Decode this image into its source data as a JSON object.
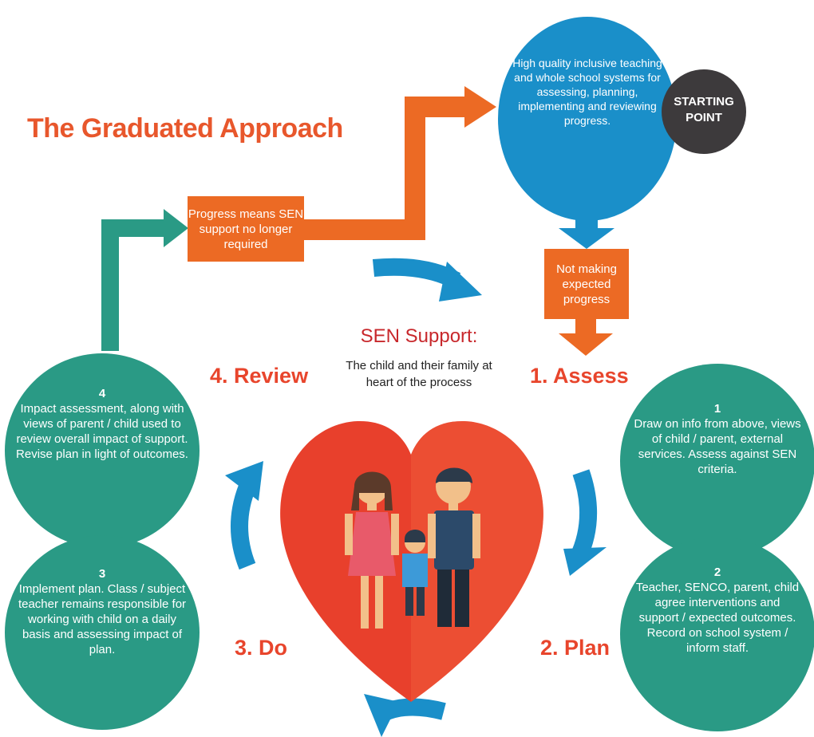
{
  "title": "The Graduated Approach",
  "starting_point": {
    "label": "STARTING POINT",
    "description": "High quality inclusive teaching and whole school systems for assessing, planning, implementing and reviewing progress."
  },
  "not_making_progress": "Not making expected progress",
  "progress_box": "Progress means SEN support no longer required",
  "center": {
    "heading": "SEN Support:",
    "subtext": "The child and their family at heart of the process"
  },
  "stages": {
    "assess": "1. Assess",
    "plan": "2. Plan",
    "do": "3. Do",
    "review": "4. Review"
  },
  "circles": {
    "c1": {
      "number": "1",
      "text": "Draw on info from above, views of child / parent, external services. Assess against SEN criteria."
    },
    "c2": {
      "number": "2",
      "text": "Teacher, SENCO, parent, child agree interventions and support / expected outcomes. Record on school system / inform staff."
    },
    "c3": {
      "number": "3",
      "text": "Implement plan. Class / subject teacher remains responsible for working with child on a daily basis and assessing impact of plan."
    },
    "c4": {
      "number": "4",
      "text": "Impact assessment, along with views of parent / child used to review overall impact of support. Revise plan in light of outcomes."
    }
  },
  "colors": {
    "orange": "#ec6a24",
    "blue": "#1a8fc9",
    "teal": "#2a9a85",
    "heart": "#e8402c",
    "dark": "#3d3a3c"
  }
}
